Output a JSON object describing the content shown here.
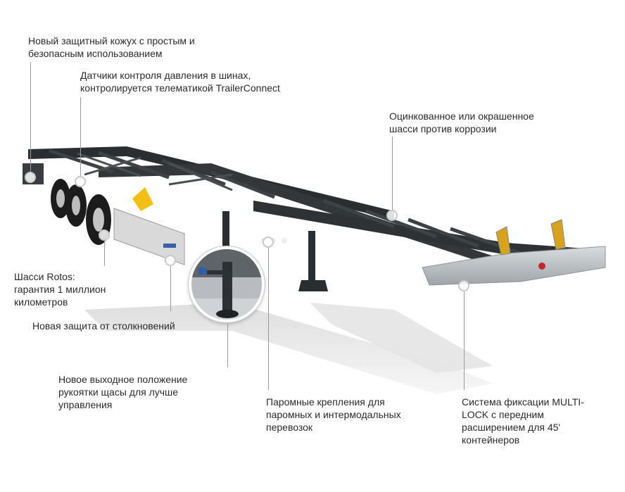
{
  "labels": {
    "housing": [
      "Новый защитный кожух с простым и",
      "безопасным использованием"
    ],
    "sensors": [
      "Датчики контроля давления в шинах,",
      "контролируется телематикой TrailerConnect"
    ],
    "chassis_coating": [
      "Оцинкованное или окрашенное",
      "шасси против коррозии"
    ],
    "rotos": [
      "Шасси Rotos:",
      "гарантия 1 миллион",
      "километров"
    ],
    "collision": [
      "Новая защита от столкновений"
    ],
    "handle": [
      "Новое выходное положение",
      "рукоятки щасы для лучше",
      "управления"
    ],
    "ferry": [
      "Паромные крепления для",
      "паромных и интермодальных",
      "перевозок"
    ],
    "multilock": [
      "Система фиксации MULTI-",
      "LOCK с передним",
      "расширением для 45'",
      "контейнеров"
    ]
  },
  "colors": {
    "frame": "#2b2e30",
    "frame_light": "#4a4f52",
    "galvanized": "#b9bec2",
    "accent_yellow": "#f2c014",
    "accent_orange": "#e8a21a",
    "tire": "#1c1c1c",
    "shadow": "#dcdcdc"
  }
}
